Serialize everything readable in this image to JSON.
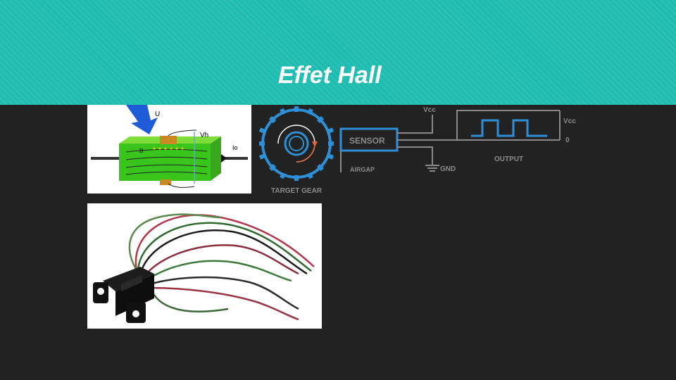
{
  "slide": {
    "title": "Effet Hall",
    "colors": {
      "header": "#1fbcb1",
      "background": "#222222",
      "sensor_blue": "#2f8fd6"
    }
  },
  "hall_diagram": {
    "label_u": "U",
    "label_vh": "Vh",
    "label_io": "Io",
    "label_b": "B"
  },
  "gear_diagram": {
    "vcc_top": "Vcc",
    "vcc_right": "Vcc",
    "zero_right": "0",
    "sensor": "SENSOR",
    "airgap": "AIRGAP",
    "gnd": "GND",
    "output": "OUTPUT",
    "target_gear": "TARGET GEAR"
  },
  "sensor_photo": {
    "icon": "hall-sensor-with-wires"
  }
}
